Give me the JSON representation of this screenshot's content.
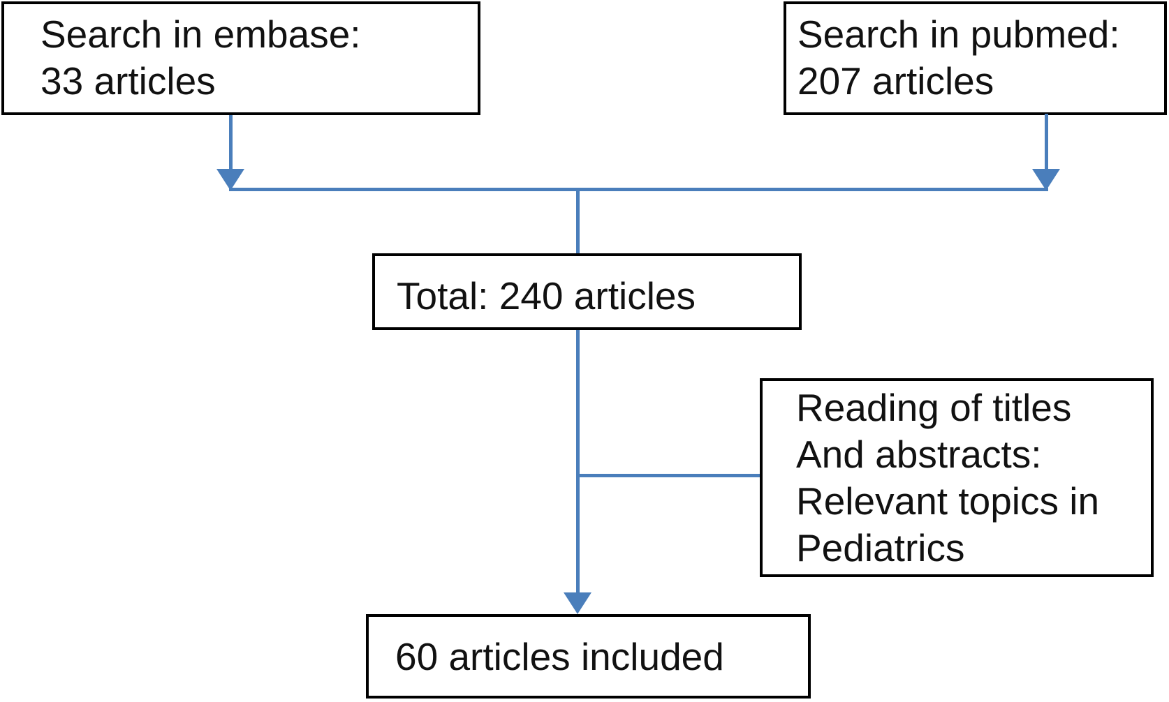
{
  "diagram": {
    "type": "flowchart",
    "colors": {
      "line": "#4a7ebb",
      "border": "#000000",
      "text": "#111111",
      "background": "#ffffff"
    },
    "nodes": {
      "embase": {
        "lines": [
          "Search in embase:",
          "33 articles"
        ]
      },
      "pubmed": {
        "lines": [
          "Search in pubmed:",
          "207 articles"
        ]
      },
      "total": {
        "lines": [
          "Total: 240 articles"
        ]
      },
      "screening": {
        "lines": [
          "Reading of titles",
          "And abstracts:",
          "Relevant topics in",
          "Pediatrics"
        ]
      },
      "included": {
        "lines": [
          "60 articles included"
        ]
      }
    },
    "edges": [
      {
        "from": "embase",
        "to": "total",
        "style": "arrow"
      },
      {
        "from": "pubmed",
        "to": "total",
        "style": "arrow"
      },
      {
        "from": "total",
        "to": "included",
        "style": "arrow"
      },
      {
        "from": "screening",
        "to": "total-included-line",
        "style": "plain-branch"
      }
    ]
  }
}
